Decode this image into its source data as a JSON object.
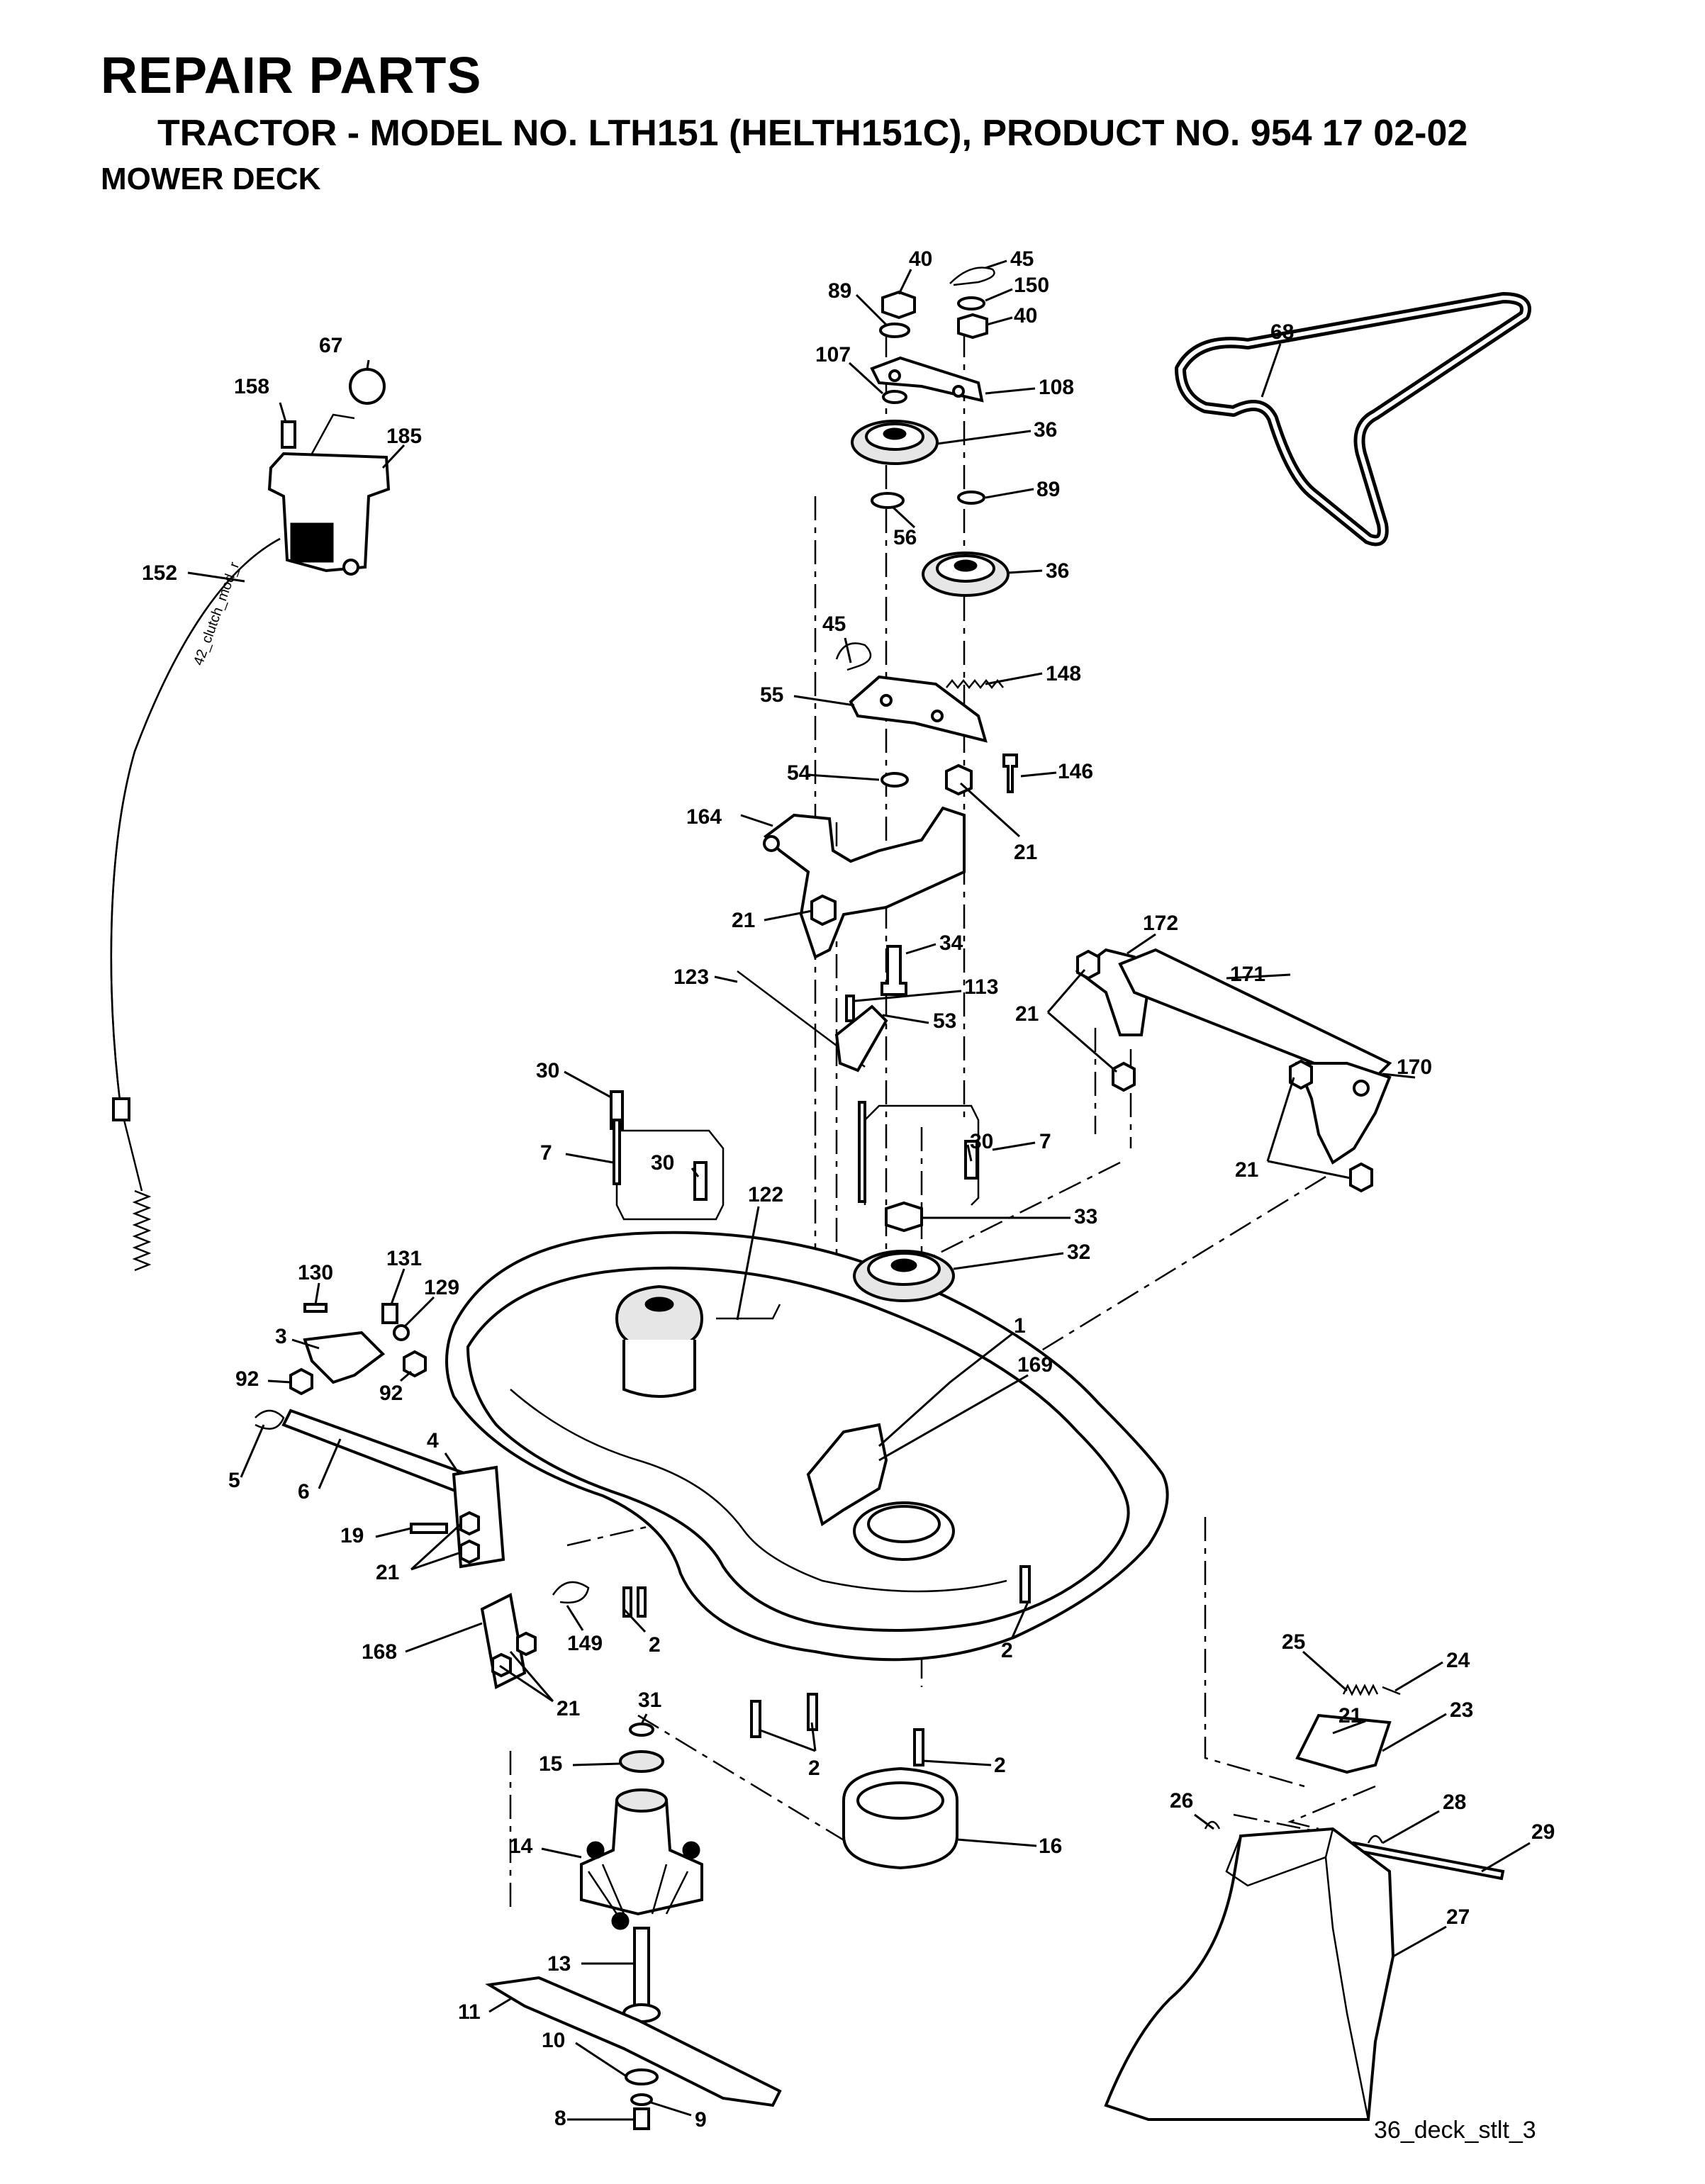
{
  "header": {
    "title": "REPAIR PARTS",
    "subtitle": "TRACTOR - MODEL NO. LTH151 (HELTH151C), PRODUCT NO. 954 17 02-02",
    "section": "MOWER DECK"
  },
  "diagram_code": "36_deck_stlt_3",
  "cable_text": "42_clutch_mod_r",
  "callouts": {
    "c40a": "40",
    "c45a": "45",
    "c89a": "89",
    "c150": "150",
    "c40b": "40",
    "c107": "107",
    "c108": "108",
    "c36a": "36",
    "c89b": "89",
    "c56": "56",
    "c36b": "36",
    "c68": "68",
    "c67": "67",
    "c158": "158",
    "c185": "185",
    "c152": "152",
    "c45b": "45",
    "c148": "148",
    "c55": "55",
    "c54": "54",
    "c146": "146",
    "c164": "164",
    "c21a": "21",
    "c21b": "21",
    "c34": "34",
    "c172": "172",
    "c171": "171",
    "c123": "123",
    "c113": "113",
    "c53": "53",
    "c21c": "21",
    "c170": "170",
    "c30a": "30",
    "c30b": "30",
    "c30c": "30",
    "c7a": "7",
    "c7b": "7",
    "c21d": "21",
    "c122": "122",
    "c33": "33",
    "c32": "32",
    "c130": "130",
    "c131": "131",
    "c129": "129",
    "c3": "3",
    "c92a": "92",
    "c92b": "92",
    "c1": "1",
    "c169": "169",
    "c5": "5",
    "c6": "6",
    "c4": "4",
    "c19": "19",
    "c21e": "21",
    "c149": "149",
    "c2a": "2",
    "c2b": "2",
    "c168": "168",
    "c21f": "21",
    "c31": "31",
    "c15": "15",
    "c2c": "2",
    "c2d": "2",
    "c14": "14",
    "c16": "16",
    "c25": "25",
    "c24": "24",
    "c21g": "21",
    "c23": "23",
    "c26": "26",
    "c28": "28",
    "c29": "29",
    "c27": "27",
    "c13": "13",
    "c11": "11",
    "c10": "10",
    "c8": "8",
    "c9": "9"
  }
}
